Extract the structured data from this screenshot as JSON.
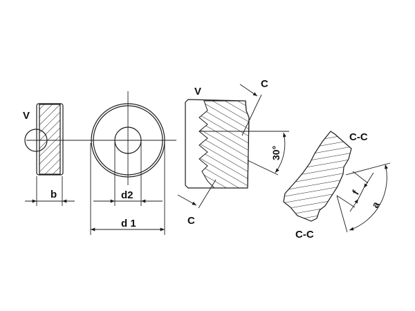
{
  "side_view": {
    "label_v": "V",
    "dim_b": "b"
  },
  "front_view": {
    "dim_d2": "d2",
    "dim_d1": "d 1"
  },
  "knurl_view": {
    "label_v": "V",
    "section_top": "C",
    "section_bottom": "C",
    "angle": "30°"
  },
  "section_view": {
    "title_top": "C-C",
    "title_bottom": "C-C",
    "dim_f": "f",
    "dim_a": "a"
  },
  "colors": {
    "ink": "#1a1a1a",
    "background": "#ffffff"
  }
}
